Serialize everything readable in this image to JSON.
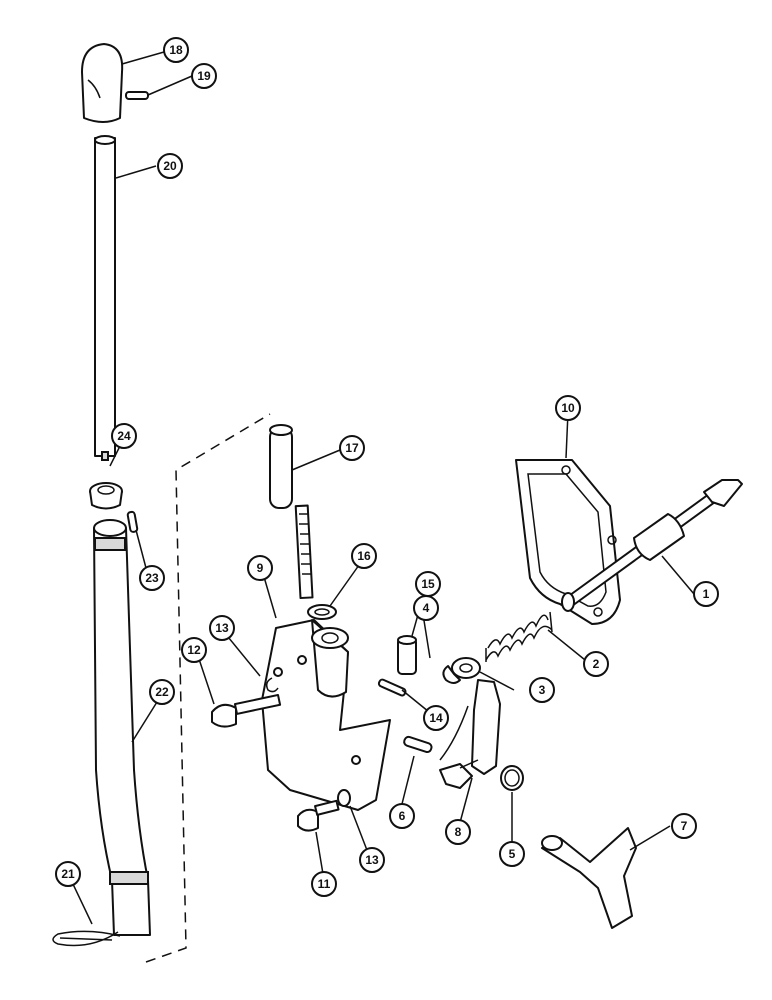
{
  "callouts": [
    {
      "id": "1",
      "label": "1"
    },
    {
      "id": "2",
      "label": "2"
    },
    {
      "id": "3",
      "label": "3"
    },
    {
      "id": "4",
      "label": "4"
    },
    {
      "id": "5",
      "label": "5"
    },
    {
      "id": "6",
      "label": "6"
    },
    {
      "id": "7",
      "label": "7"
    },
    {
      "id": "8",
      "label": "8"
    },
    {
      "id": "9",
      "label": "9"
    },
    {
      "id": "10",
      "label": "10"
    },
    {
      "id": "11",
      "label": "11"
    },
    {
      "id": "12",
      "label": "12"
    },
    {
      "id": "13a",
      "label": "13"
    },
    {
      "id": "13b",
      "label": "13"
    },
    {
      "id": "14",
      "label": "14"
    },
    {
      "id": "15",
      "label": "15"
    },
    {
      "id": "16",
      "label": "16"
    },
    {
      "id": "17",
      "label": "17"
    },
    {
      "id": "18",
      "label": "18"
    },
    {
      "id": "19",
      "label": "19"
    },
    {
      "id": "20",
      "label": "20"
    },
    {
      "id": "21",
      "label": "21"
    },
    {
      "id": "22",
      "label": "22"
    },
    {
      "id": "23",
      "label": "23"
    },
    {
      "id": "24",
      "label": "24"
    }
  ]
}
